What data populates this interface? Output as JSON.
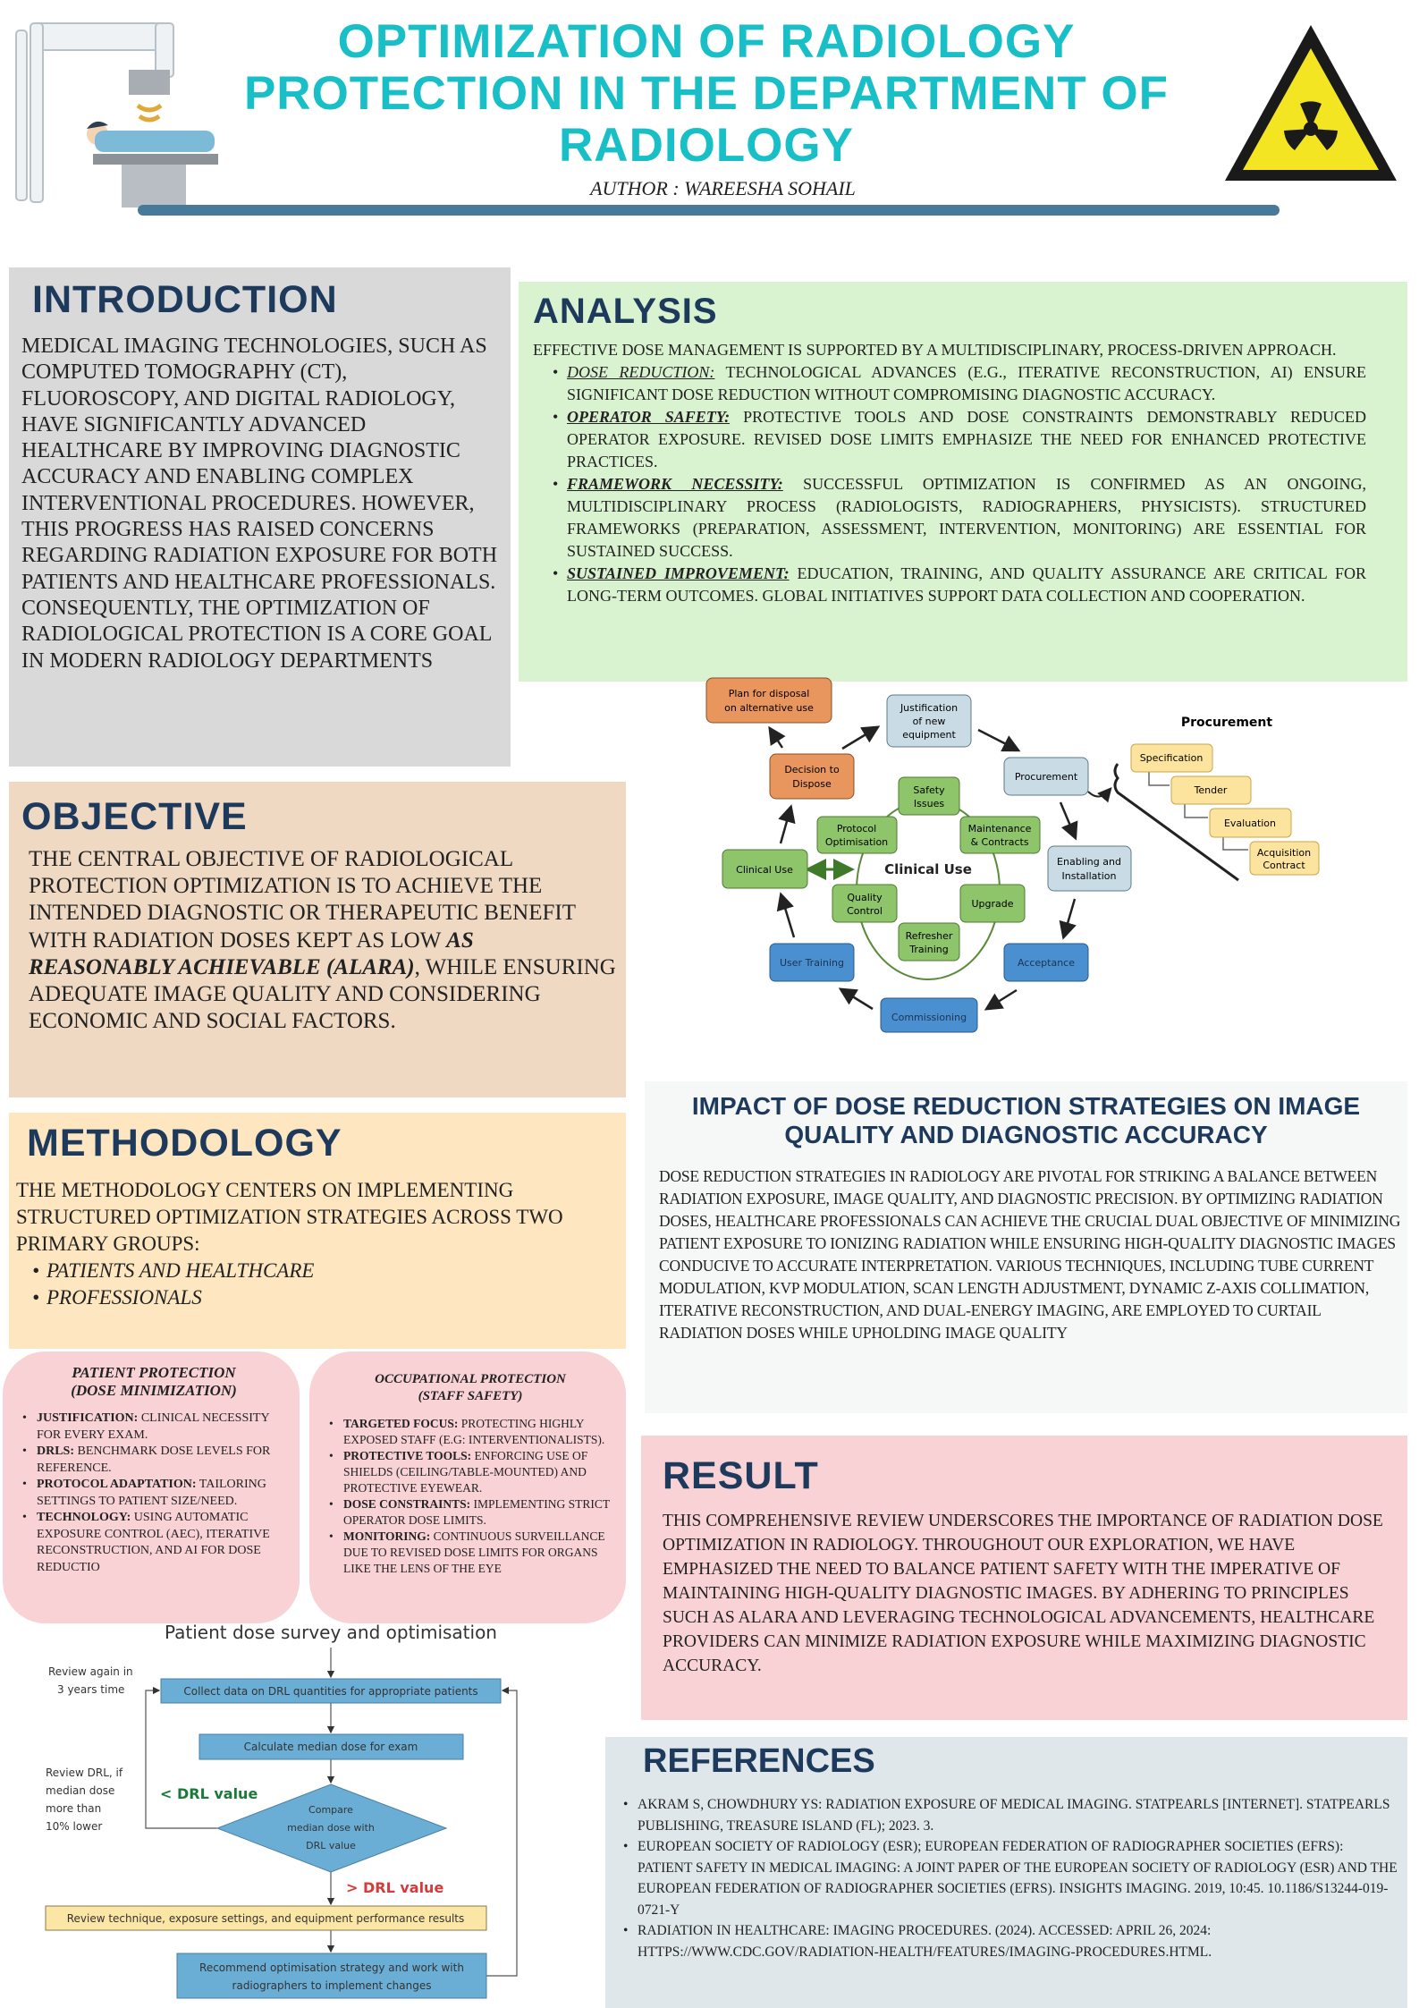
{
  "header": {
    "title_lines": [
      "OPTIMIZATION OF RADIOLOGY",
      "PROTECTION IN THE DEPARTMENT OF",
      "RADIOLOGY"
    ],
    "author": "AUTHOR : WAREESHA SOHAIL"
  },
  "introduction": {
    "heading": "INTRODUCTION",
    "text": "MEDICAL IMAGING TECHNOLOGIES, SUCH AS COMPUTED TOMOGRAPHY (CT), FLUOROSCOPY, AND DIGITAL RADIOLOGY, HAVE SIGNIFICANTLY ADVANCED HEALTHCARE BY IMPROVING DIAGNOSTIC ACCURACY AND ENABLING COMPLEX INTERVENTIONAL PROCEDURES. HOWEVER, THIS PROGRESS HAS RAISED CONCERNS REGARDING RADIATION EXPOSURE FOR BOTH PATIENTS AND HEALTHCARE PROFESSIONALS. CONSEQUENTLY, THE OPTIMIZATION OF RADIOLOGICAL PROTECTION IS A CORE GOAL IN MODERN RADIOLOGY DEPARTMENTS"
  },
  "analysis": {
    "heading": "ANALYSIS",
    "intro": "EFFECTIVE DOSE MANAGEMENT IS SUPPORTED BY A MULTIDISCIPLINARY, PROCESS-DRIVEN APPROACH.",
    "items": [
      {
        "label": "DOSE REDUCTION:",
        "text": " TECHNOLOGICAL ADVANCES (E.G., ITERATIVE RECONSTRUCTION, AI) ENSURE SIGNIFICANT DOSE REDUCTION WITHOUT COMPROMISING DIAGNOSTIC ACCURACY."
      },
      {
        "label": "OPERATOR SAFETY:",
        "text": " PROTECTIVE TOOLS AND DOSE CONSTRAINTS DEMONSTRABLY REDUCED OPERATOR EXPOSURE. REVISED DOSE LIMITS EMPHASIZE THE NEED FOR ENHANCED PROTECTIVE PRACTICES."
      },
      {
        "label": "FRAMEWORK NECESSITY:",
        "text": " SUCCESSFUL OPTIMIZATION IS CONFIRMED AS AN ONGOING, MULTIDISCIPLINARY PROCESS (RADIOLOGISTS, RADIOGRAPHERS, PHYSICISTS). STRUCTURED FRAMEWORKS (PREPARATION, ASSESSMENT, INTERVENTION, MONITORING) ARE ESSENTIAL FOR SUSTAINED SUCCESS."
      },
      {
        "label": "SUSTAINED IMPROVEMENT:",
        "text": " EDUCATION, TRAINING, AND QUALITY ASSURANCE ARE CRITICAL FOR LONG-TERM OUTCOMES. GLOBAL INITIATIVES SUPPORT DATA COLLECTION AND COOPERATION."
      }
    ]
  },
  "cycle": {
    "plan": [
      "Plan for disposal",
      "on alternative use"
    ],
    "justification": [
      "Justification",
      "of new",
      "equipment"
    ],
    "procurement": "Procurement",
    "decision": [
      "Decision to",
      "Dispose"
    ],
    "safety": [
      "Safety",
      "Issues"
    ],
    "protocol": [
      "Protocol",
      "Optimisation"
    ],
    "maintenance": [
      "Maintenance",
      "& Contracts"
    ],
    "clinical_left": "Clinical Use",
    "clinical_center": "Clinical Use",
    "quality": [
      "Quality",
      "Control"
    ],
    "upgrade": "Upgrade",
    "refresher": [
      "Refresher",
      "Training"
    ],
    "enabling": [
      "Enabling and",
      "Installation"
    ],
    "user_training": "User Training",
    "acceptance": "Acceptance",
    "commissioning": "Commissioning",
    "proc_title": "Procurement",
    "specification": "Specification",
    "tender": "Tender",
    "evaluation": "Evaluation",
    "acquisition": [
      "Acquisition",
      "Contract"
    ]
  },
  "objective": {
    "heading": "OBJECTIVE",
    "text_before": "THE CENTRAL OBJECTIVE OF RADIOLOGICAL PROTECTION OPTIMIZATION IS TO ACHIEVE THE INTENDED DIAGNOSTIC OR THERAPEUTIC BENEFIT WITH RADIATION DOSES KEPT AS LOW ",
    "emphasis": "AS REASONABLY ACHIEVABLE (ALARA)",
    "text_after": ", WHILE ENSURING ADEQUATE IMAGE QUALITY AND CONSIDERING ECONOMIC AND SOCIAL FACTORS."
  },
  "methodology": {
    "heading": "METHODOLOGY",
    "text": "THE METHODOLOGY CENTERS ON IMPLEMENTING STRUCTURED OPTIMIZATION STRATEGIES ACROSS TWO PRIMARY GROUPS:",
    "groups": [
      "PATIENTS AND HEALTHCARE",
      "PROFESSIONALS"
    ]
  },
  "patient_protection": {
    "title": [
      "PATIENT PROTECTION",
      "(DOSE MINIMIZATION)"
    ],
    "items": [
      {
        "label": "JUSTIFICATION:",
        "text": " CLINICAL NECESSITY FOR EVERY EXAM."
      },
      {
        "label": "DRLS:",
        "text": " BENCHMARK DOSE LEVELS FOR REFERENCE."
      },
      {
        "label": "PROTOCOL ADAPTATION:",
        "text": " TAILORING SETTINGS TO PATIENT SIZE/NEED."
      },
      {
        "label": "TECHNOLOGY:",
        "text": " USING AUTOMATIC EXPOSURE CONTROL (AEC), ITERATIVE RECONSTRUCTION, AND AI FOR DOSE REDUCTIO"
      }
    ]
  },
  "occupational_protection": {
    "title": [
      "OCCUPATIONAL PROTECTION",
      "(STAFF SAFETY)"
    ],
    "items": [
      {
        "label": "TARGETED FOCUS:",
        "text": " PROTECTING HIGHLY EXPOSED STAFF (E.G: INTERVENTIONALISTS)."
      },
      {
        "label": "PROTECTIVE TOOLS:",
        "text": " ENFORCING USE OF SHIELDS (CEILING/TABLE-MOUNTED) AND PROTECTIVE EYEWEAR."
      },
      {
        "label": "DOSE CONSTRAINTS:",
        "text": " IMPLEMENTING STRICT OPERATOR DOSE LIMITS."
      },
      {
        "label": "MONITORING:",
        "text": " CONTINUOUS SURVEILLANCE DUE TO REVISED DOSE LIMITS FOR ORGANS LIKE THE LENS OF THE EYE"
      }
    ]
  },
  "flowchart": {
    "title": "Patient dose survey and optimisation",
    "review_again": [
      "Review again in",
      "3 years time"
    ],
    "collect": "Collect data on DRL quantities for appropriate patients",
    "calculate": "Calculate median dose for exam",
    "review_drl": [
      "Review DRL, if",
      "median dose",
      "more than",
      "10% lower"
    ],
    "less_drl": "< DRL value",
    "compare": [
      "Compare",
      "median dose with",
      "DRL value"
    ],
    "greater_drl": "> DRL value",
    "review_technique": "Review technique, exposure settings, and equipment performance results",
    "recommend": [
      "Recommend optimisation strategy and work with",
      "radiographers to implement changes"
    ]
  },
  "impact": {
    "heading_lines": [
      "IMPACT OF DOSE REDUCTION STRATEGIES ON IMAGE",
      "QUALITY AND DIAGNOSTIC ACCURACY"
    ],
    "text": "DOSE REDUCTION STRATEGIES IN RADIOLOGY ARE PIVOTAL FOR STRIKING A BALANCE BETWEEN RADIATION EXPOSURE, IMAGE QUALITY, AND DIAGNOSTIC PRECISION. BY OPTIMIZING RADIATION DOSES, HEALTHCARE PROFESSIONALS CAN ACHIEVE THE CRUCIAL DUAL OBJECTIVE OF MINIMIZING PATIENT EXPOSURE TO IONIZING RADIATION WHILE ENSURING HIGH-QUALITY DIAGNOSTIC IMAGES CONDUCIVE TO ACCURATE INTERPRETATION. VARIOUS TECHNIQUES, INCLUDING TUBE CURRENT MODULATION, KVP MODULATION, SCAN LENGTH ADJUSTMENT, DYNAMIC Z-AXIS COLLIMATION, ITERATIVE RECONSTRUCTION, AND DUAL-ENERGY IMAGING, ARE EMPLOYED TO CURTAIL RADIATION DOSES WHILE UPHOLDING IMAGE QUALITY"
  },
  "result": {
    "heading": "RESULT",
    "text": "THIS COMPREHENSIVE REVIEW UNDERSCORES THE IMPORTANCE OF RADIATION DOSE OPTIMIZATION IN RADIOLOGY. THROUGHOUT OUR EXPLORATION, WE HAVE EMPHASIZED THE NEED TO BALANCE PATIENT SAFETY WITH THE IMPERATIVE OF MAINTAINING HIGH-QUALITY DIAGNOSTIC IMAGES. BY ADHERING TO PRINCIPLES SUCH AS ALARA AND LEVERAGING TECHNOLOGICAL ADVANCEMENTS, HEALTHCARE PROVIDERS CAN MINIMIZE RADIATION EXPOSURE WHILE MAXIMIZING DIAGNOSTIC ACCURACY."
  },
  "references": {
    "heading": "REFERENCES",
    "items": [
      "AKRAM S, CHOWDHURY YS: RADIATION EXPOSURE OF MEDICAL IMAGING. STATPEARLS [INTERNET]. STATPEARLS PUBLISHING, TREASURE ISLAND (FL); 2023. 3.",
      " EUROPEAN SOCIETY OF RADIOLOGY (ESR); EUROPEAN FEDERATION OF RADIOGRAPHER SOCIETIES (EFRS): PATIENT SAFETY IN MEDICAL IMAGING: A JOINT PAPER OF THE EUROPEAN SOCIETY OF RADIOLOGY (ESR) AND THE EUROPEAN FEDERATION OF RADIOGRAPHER SOCIETIES (EFRS). INSIGHTS IMAGING. 2019, 10:45. 10.1186/S13244-019-0721-Y",
      "RADIATION IN HEALTHCARE: IMAGING PROCEDURES. (2024). ACCESSED: APRIL 26, 2024: HTTPS://WWW.CDC.GOV/RADIATION-HEALTH/FEATURES/IMAGING-PROCEDURES.HTML."
    ]
  },
  "colors": {
    "title": "#19bfc6",
    "heading": "#1d3a5c",
    "intro_bg": "#d9d9d9",
    "analysis_bg": "#d9f2d0",
    "objective_bg": "#efd9c3",
    "methodology_bg": "#fde6c0",
    "pink": "#f8d2d5",
    "references_bg": "#dfe7eb"
  }
}
